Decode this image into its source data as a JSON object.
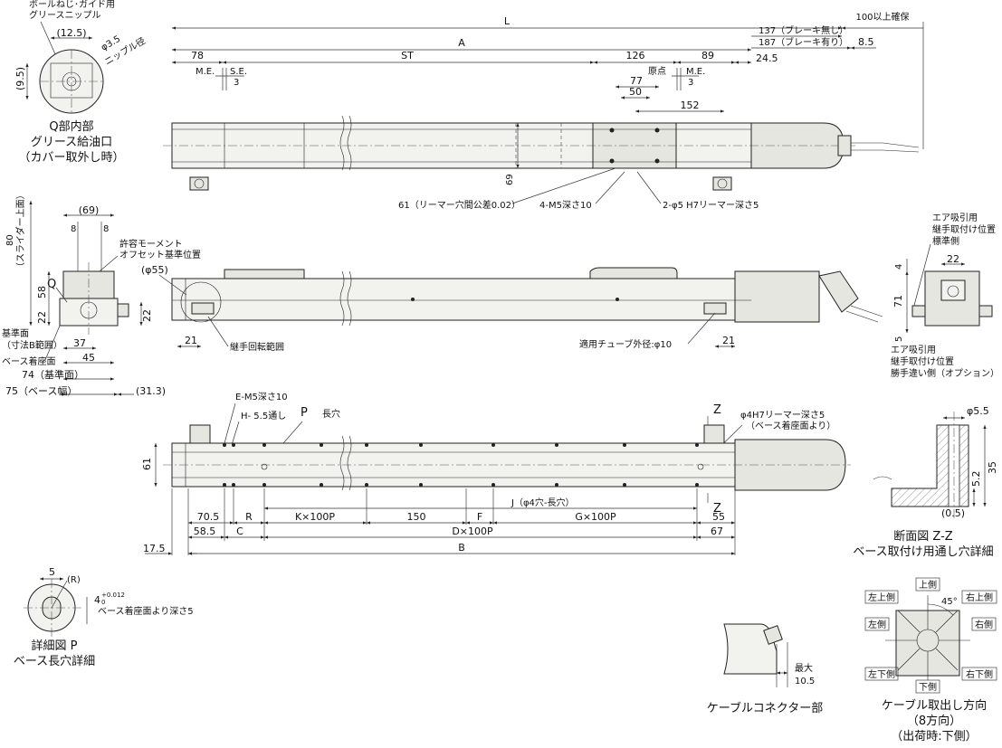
{
  "top_view": {
    "dims": {
      "L": "L",
      "keep": "100以上確保",
      "nobrake": "137（ブレーキ無し）",
      "brake": "187（ブレーキ有り）",
      "d85": "8.5",
      "A": "A",
      "d78": "78",
      "ST": "ST",
      "d126": "126",
      "d89": "89",
      "d245": "24.5",
      "me_left": "M.E.",
      "se": "S.E.",
      "d3a": "3",
      "origin": "原点",
      "me_right": "M.E.",
      "d3b": "3",
      "d77": "77",
      "d50": "50",
      "d152": "152",
      "d69": "69"
    },
    "callouts": {
      "reamer": "61（リーマー穴間公差0.02）",
      "m5": "4-M5深さ10",
      "phi5": "2-φ5 H7リーマー深さ5"
    }
  },
  "q_detail": {
    "top_label": "ボールねじ･ガイド用",
    "top_label2": "グリースニップル",
    "d125": "(12.5)",
    "d35": "φ3.5",
    "nipple": "ニップル径",
    "d95": "(9.5)",
    "title1": "Q部内部",
    "title2": "グリース給油口",
    "title3": "（カバー取外し時）"
  },
  "end_view": {
    "d69": "(69)",
    "d8a": "8",
    "d8b": "8",
    "d80": "80",
    "slider_top": "（スライダー上面）",
    "moment1": "許容モーメント",
    "moment2": "オフセット基準位置",
    "q": "Q",
    "d58": "58",
    "d22a": "22",
    "d22b": "22",
    "ref": "基準面",
    "ref2": "（寸法B範囲）",
    "base_mount": "ベース着座面",
    "d37": "37",
    "d45": "45",
    "d74": "74（基準面）",
    "d75": "75（ベース幅）",
    "d313": "(31.3)"
  },
  "side_view": {
    "d55": "(φ55)",
    "d21a": "21",
    "d21b": "21",
    "rotation": "継手回転範囲",
    "tube": "適用チューブ外径:φ10"
  },
  "right_end": {
    "air1": "エア吸引用",
    "air2": "継手取付け位置",
    "air3": "標準側",
    "d22": "22",
    "d4": "4",
    "d71": "71",
    "d5": "5",
    "opt1": "エア吸引用",
    "opt2": "継手取付け位置",
    "opt3": "勝手違い側（オプション）"
  },
  "bottom_view": {
    "em5": "E-M5深さ10",
    "h55": "H- 5.5通し",
    "p": "P",
    "slot": "長穴",
    "z_top": "Z",
    "z_bot": "Z",
    "phi4": "φ4H7リーマー深さ5",
    "phi4b": "（ベース着座面より）",
    "d61": "61",
    "j": "J（φ4穴-長穴）",
    "d705": "70.5",
    "r": "R",
    "k": "K×100P",
    "d150": "150",
    "f": "F",
    "g": "G×100P",
    "d55": "55",
    "d585": "58.5",
    "c": "C",
    "d": "D×100P",
    "d67": "67",
    "d175": "17.5",
    "b": "B"
  },
  "z_section": {
    "d55": "φ5.5",
    "d35": "35",
    "d52": "5.2",
    "d05": "(0.5)",
    "title1": "断面図 Z-Z",
    "title2": "ベース取付け用通し穴詳細"
  },
  "p_detail": {
    "d5": "5",
    "r": "(R)",
    "tol": "4",
    "tol_up": "+0.012",
    "tol_dn": "0",
    "depth": "ベース着座面より深さ5",
    "title1": "詳細図 P",
    "title2": "ベース長穴詳細"
  },
  "connector": {
    "max": "最大",
    "d105": "10.5",
    "title": "ケーブルコネクター部"
  },
  "cable_dir": {
    "top": "上側",
    "top_left": "左上側",
    "top_right": "右上側",
    "left": "左側",
    "right": "右側",
    "bottom_left": "左下側",
    "bottom": "下側",
    "bottom_right": "右下側",
    "angle": "45°",
    "title1": "ケーブル取出し方向",
    "title2": "（8方向）",
    "title3": "（出荷時:下側）"
  }
}
